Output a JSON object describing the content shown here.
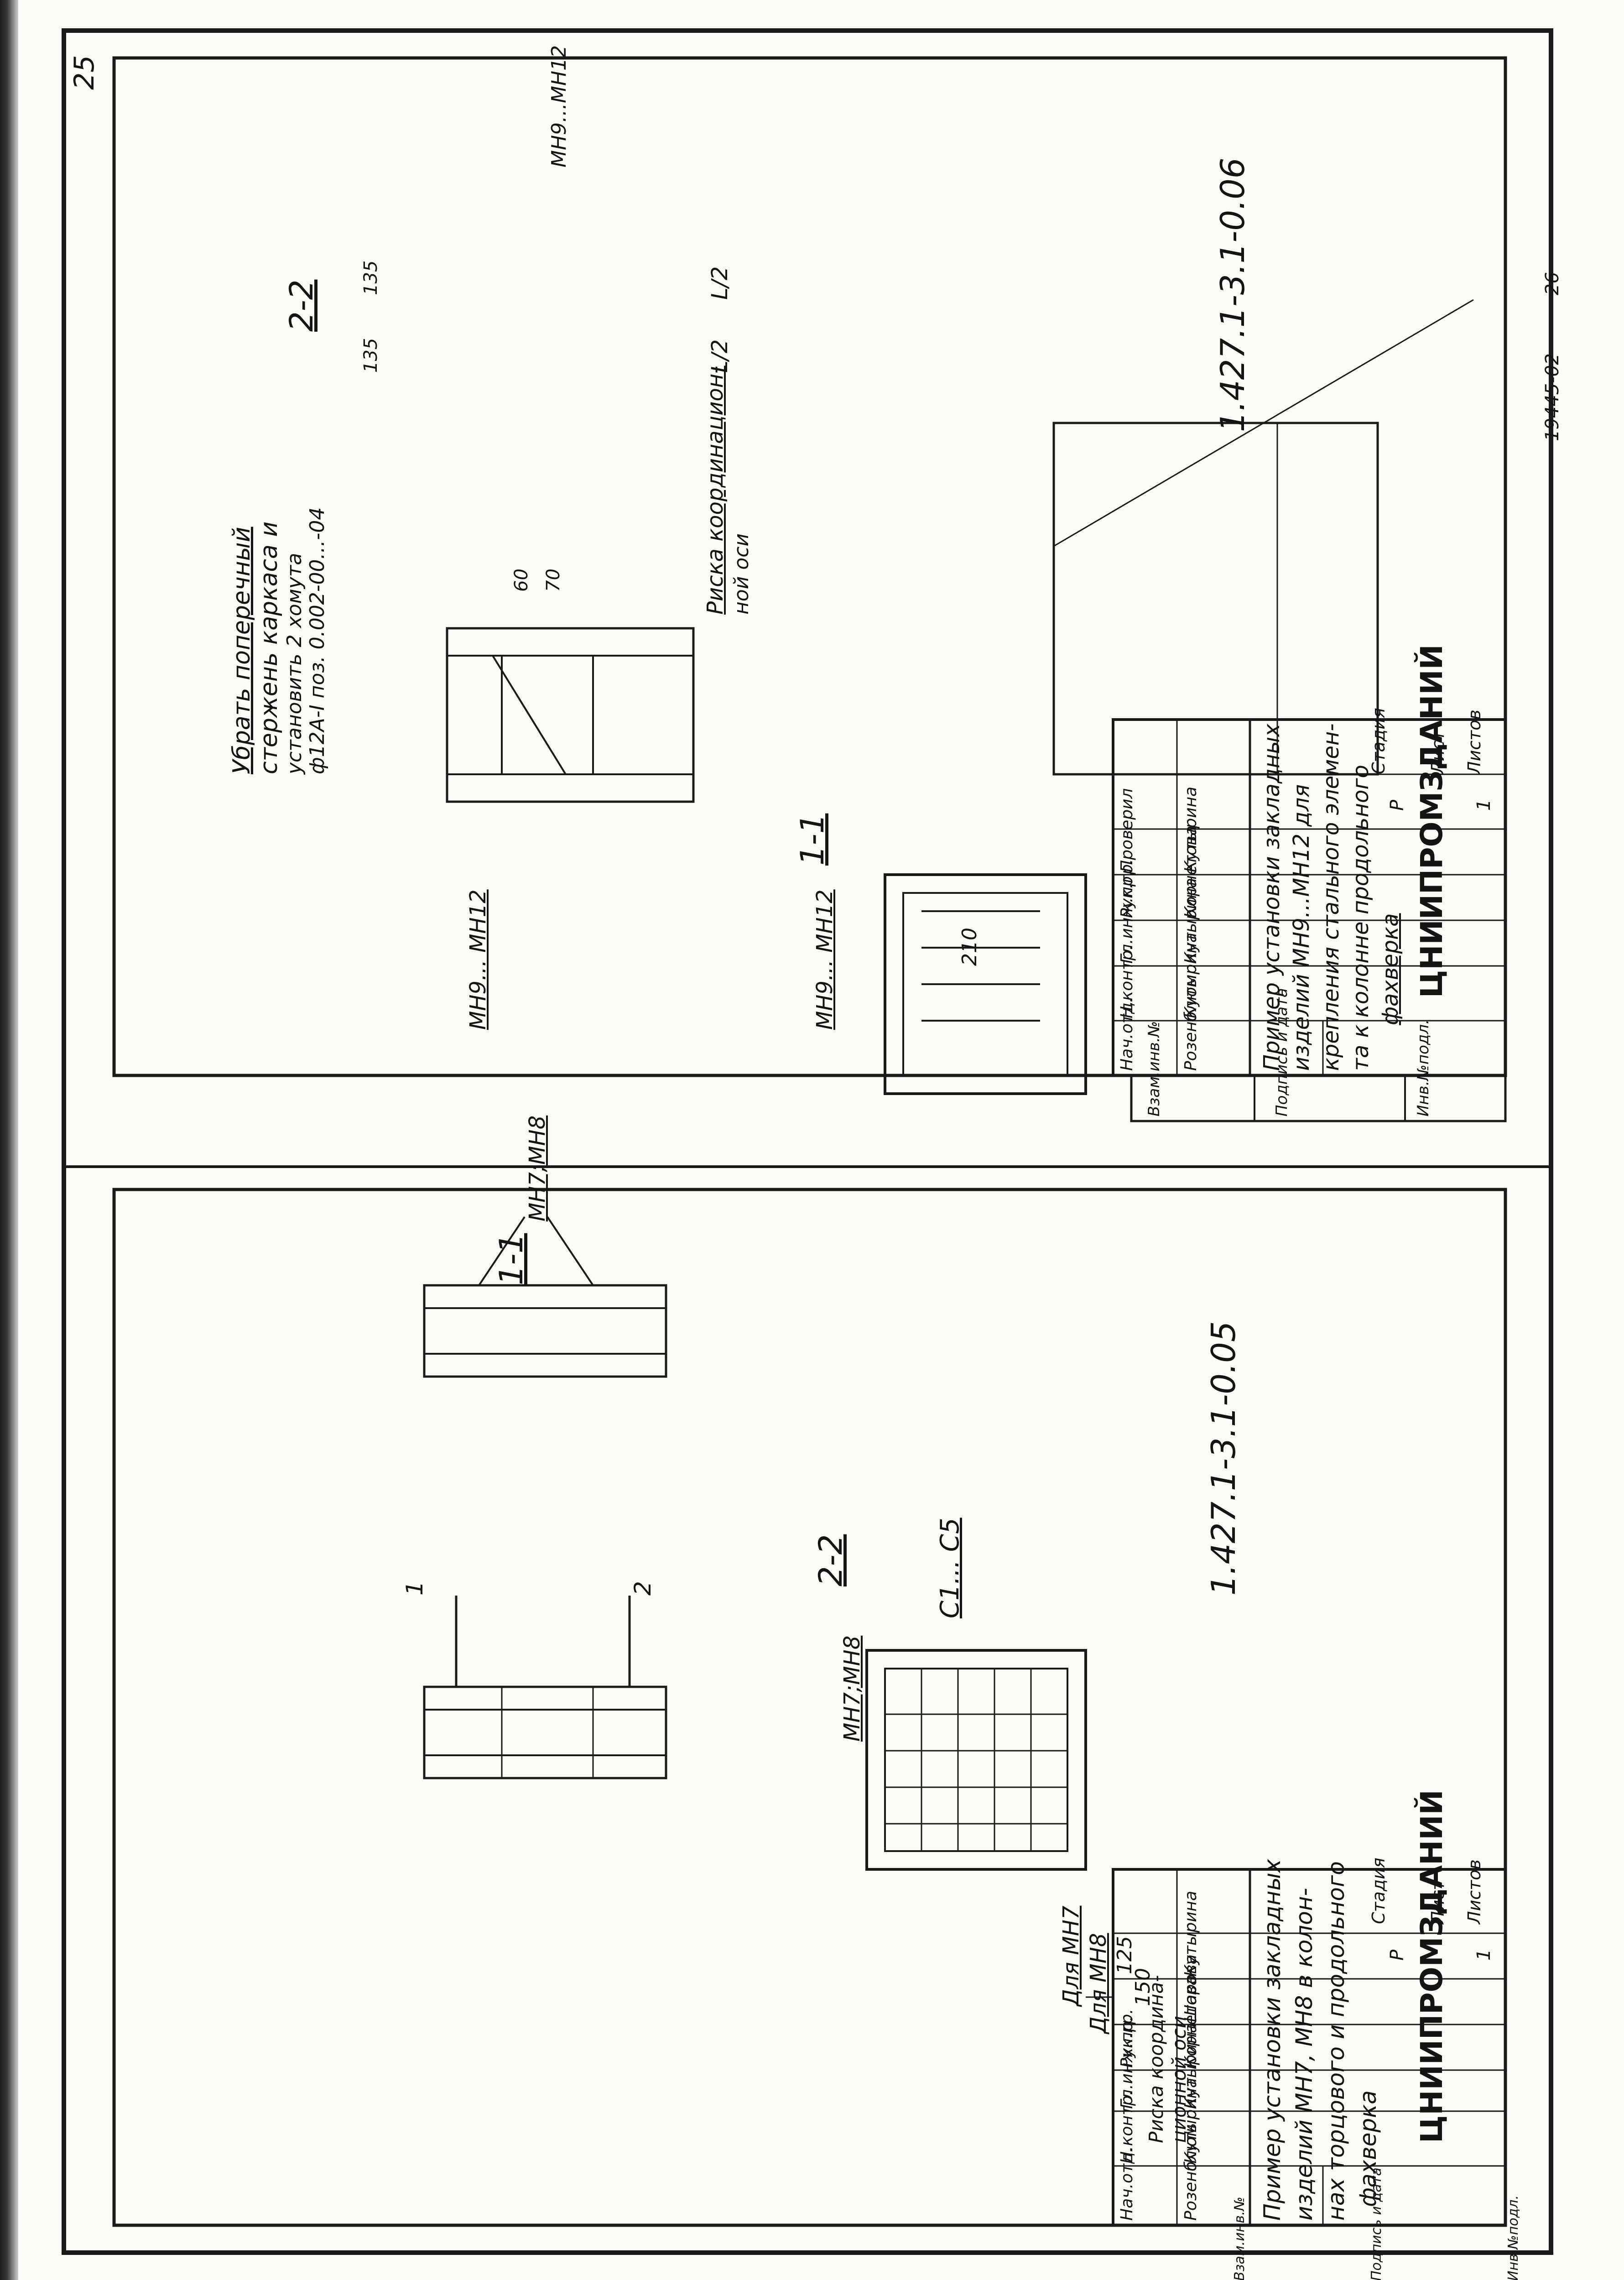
{
  "page_number": "25",
  "side_stamp": [
    "Инв.№подл.",
    "Подпись и дата",
    "Взам.инв.№"
  ],
  "bottom_side_stamp": [
    "Инв.№подл.",
    "Подпись и дата",
    "Взам.инв.№"
  ],
  "sheet_05": {
    "drawing_code": "1.427.1-3.1-0.05",
    "title_lines": [
      "Пример установки закладных",
      "изделий МН7, МН8 в колон-",
      "нах торцового и продольного",
      "фахверка"
    ],
    "stage_header": "Стадия",
    "sheet_header": "Лист",
    "sheets_header": "Листов",
    "stage_value": "Р",
    "sheets_value": "1",
    "organization": "ЦНИИПРОМЗДАНИЙ",
    "signers": [
      {
        "role": "Нач.отд.",
        "name": "Розенблюм"
      },
      {
        "role": "Н.контр.",
        "name": "Кутырина"
      },
      {
        "role": "Гл.инж.пр.",
        "name": "Кутырина"
      },
      {
        "role": "Рук.гр.",
        "name": "Корнетова"
      },
      {
        "role": "",
        "name": "Шарова"
      },
      {
        "role": "",
        "name": "Кутырина"
      }
    ],
    "section_1_1": "1-1",
    "section_2_2": "2-2",
    "cut_mark_1": "1",
    "cut_mark_2": "2",
    "label_mn78": "МН7;МН8",
    "label_c1c5": "С1... С5",
    "label_riska": [
      "Риска координа-",
      "ционной оси"
    ],
    "for_mn7": "Для МН7",
    "for_mn8": "Для МН8",
    "dim_125": "125",
    "dim_150": "150"
  },
  "sheet_06": {
    "drawing_code": "1.427.1-3.1-0.06",
    "title_lines": [
      "Пример установки закладных",
      "изделий МН9...МН12 для",
      "крепления стального элемен-",
      "та к колонне продольного",
      "фахверка"
    ],
    "stage_header": "Стадия",
    "sheet_header": "Лист",
    "sheets_header": "Листов",
    "stage_value": "Р",
    "sheets_value": "1",
    "organization": "ЦНИИПРОМЗДАНИЙ",
    "signers": [
      {
        "role": "Нач.отд.",
        "name": "Розенблюм"
      },
      {
        "role": "Н.контр.",
        "name": "Кутырина"
      },
      {
        "role": "Гл.инж.пр.",
        "name": "Кутырина"
      },
      {
        "role": "Рук.гр.",
        "name": "Корнетова"
      },
      {
        "role": "Проверил",
        "name": "Кутырина"
      }
    ],
    "section_1_1": "1-1",
    "section_2_2": "2-2",
    "label_mn912": "МН9... МН12",
    "label_mn912b": "МН9...МН12",
    "note_lines": [
      "Убрать поперечный",
      "стержень каркаса и",
      "установить 2 хомута",
      "ф12А-I поз. 0.002-00...-04"
    ],
    "label_riska": [
      "Риска координацион-",
      "ной оси"
    ],
    "dim_210": "210",
    "dim_135a": "135",
    "dim_135b": "135",
    "dim_60": "60",
    "dim_70": "70",
    "dim_l2a": "L/2",
    "dim_l2b": "L/2"
  },
  "archive_number": "19445-02",
  "archive_page": "26"
}
